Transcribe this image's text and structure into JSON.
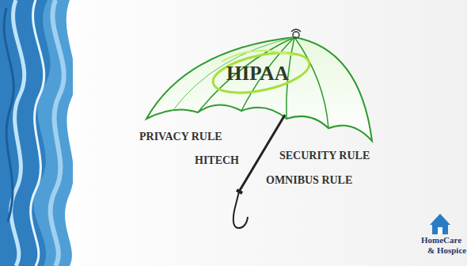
{
  "diagram": {
    "labels": [
      "HIPAA",
      "PRIVACY RULE",
      "HITECH",
      "SECURITY RULE",
      "OMNIBUS RULE",
      "HomeCare",
      "& Hospice"
    ]
  }
}
